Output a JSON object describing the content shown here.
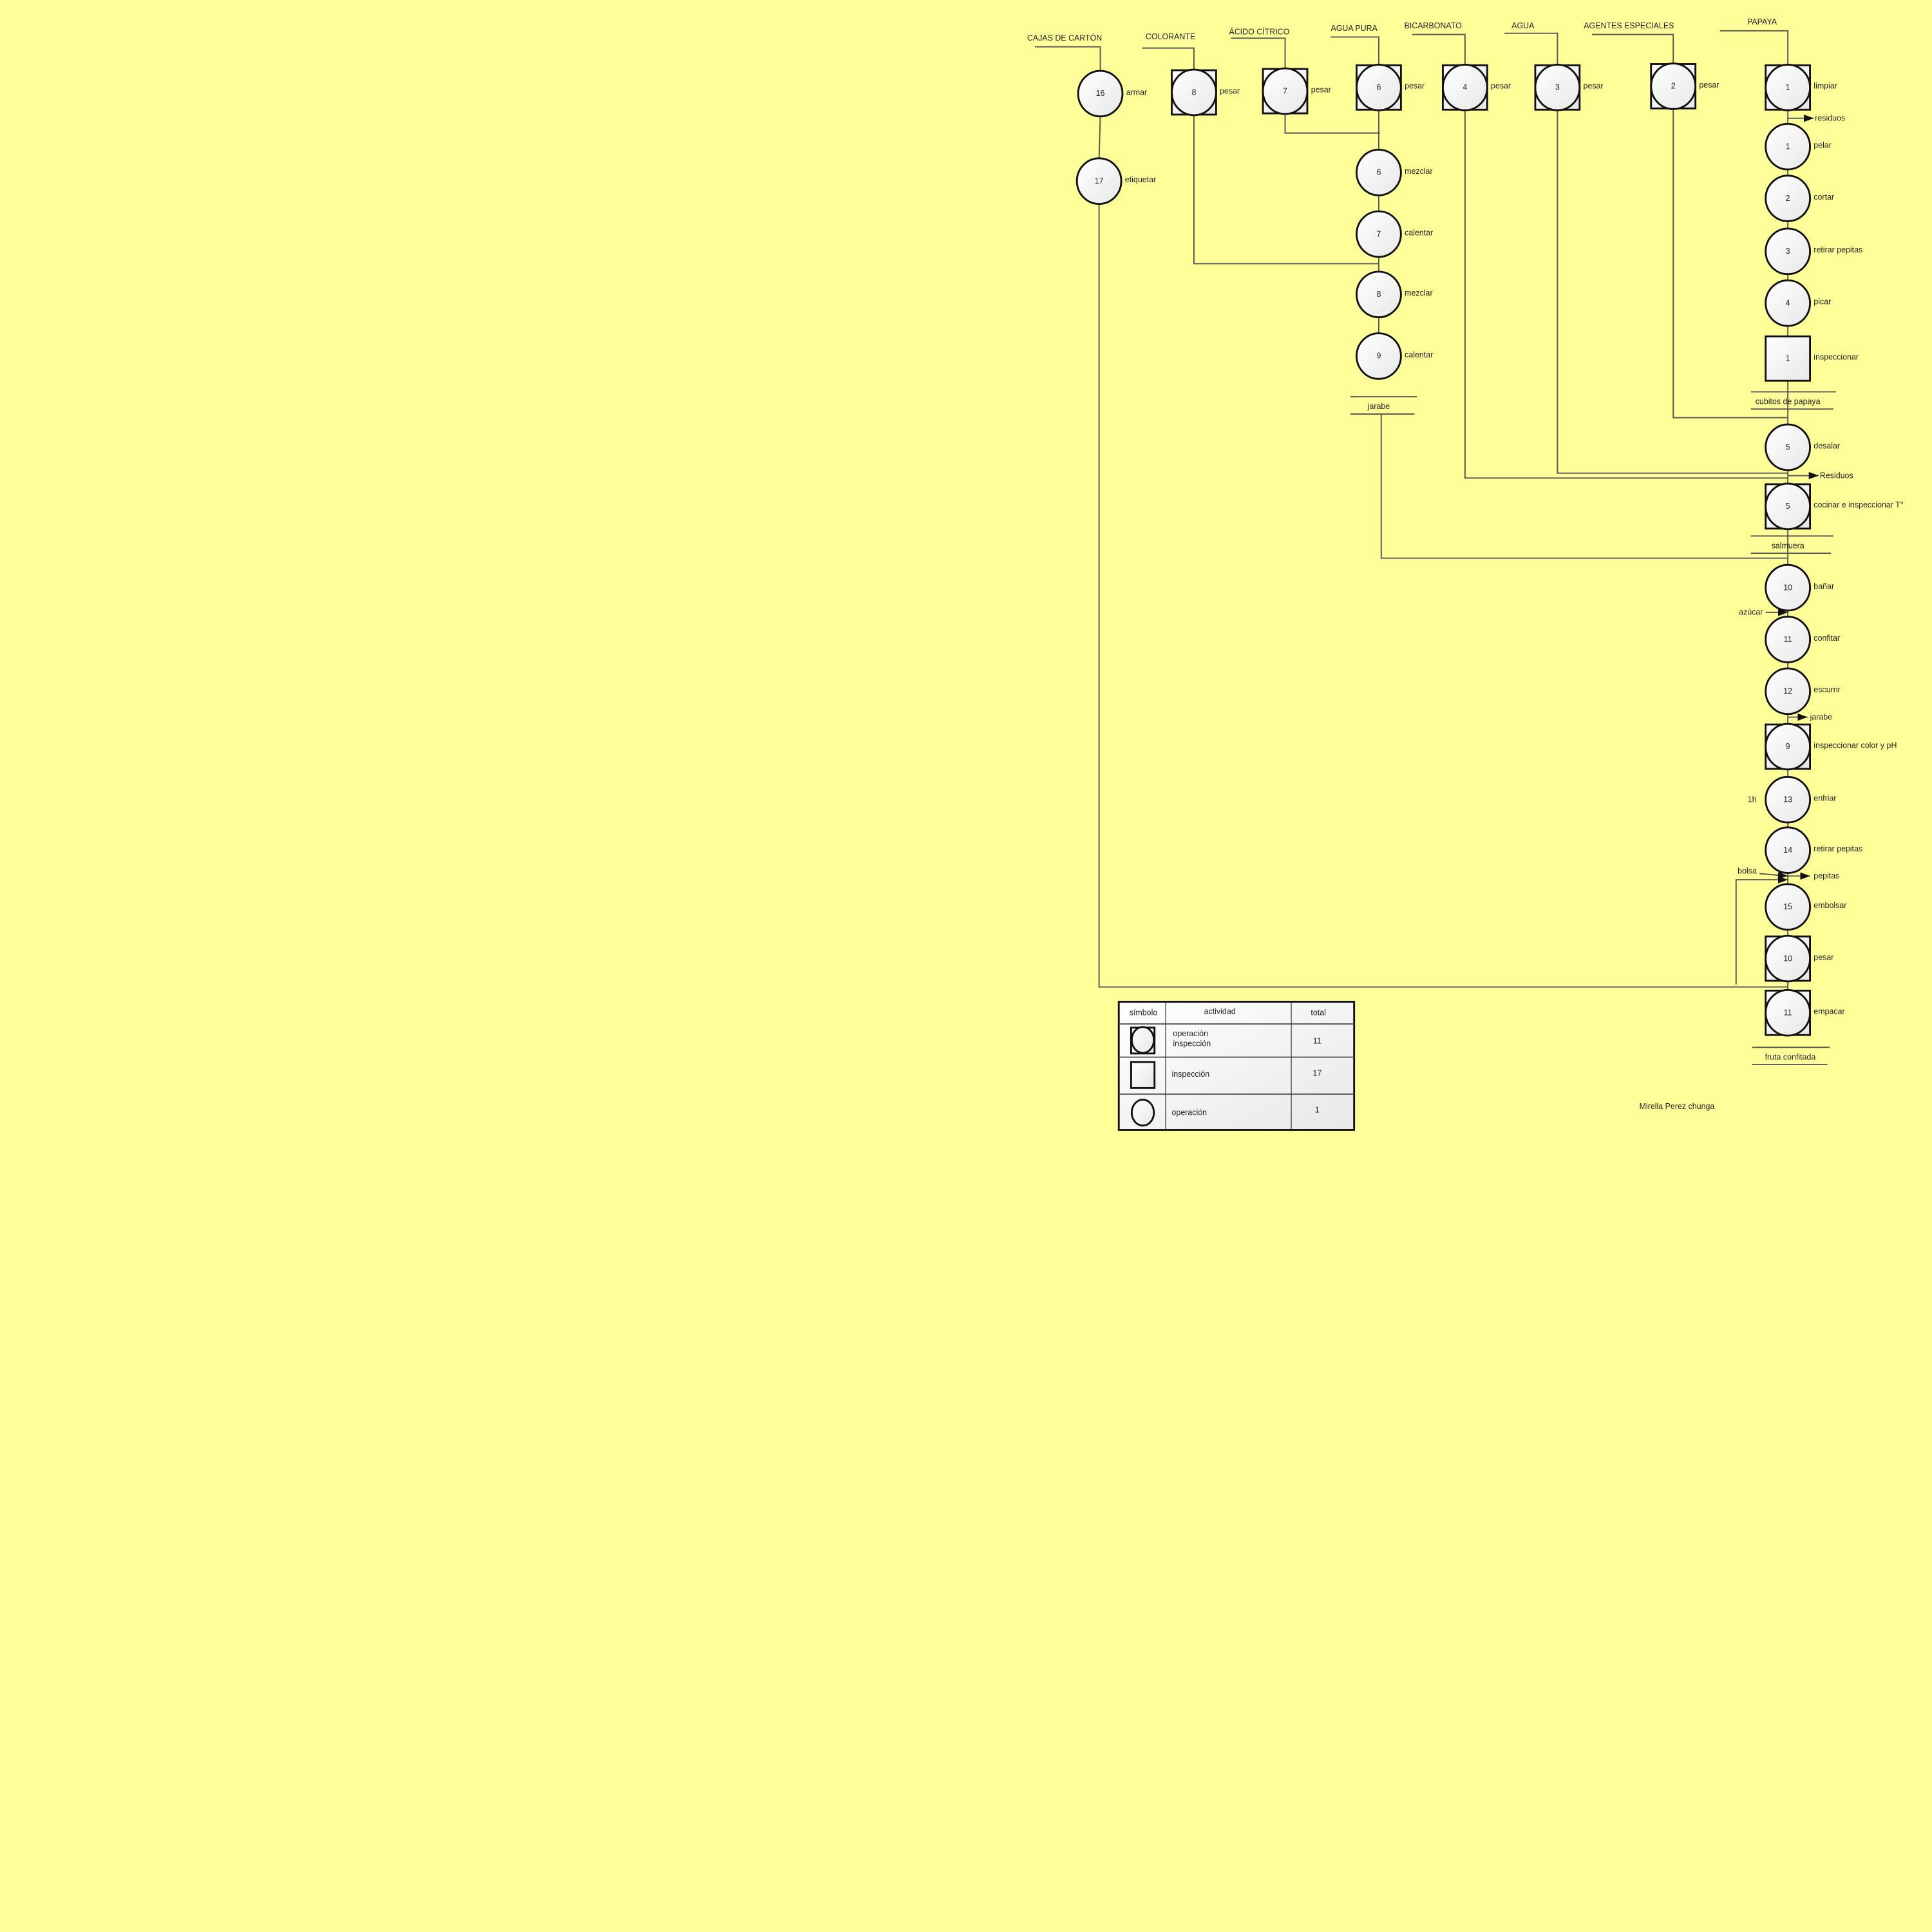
{
  "inputs": [
    "CAJAS DE CARTÓN",
    "COLORANTE",
    "ÁCIDO CÍTRICO",
    "AGUA PURA",
    "BICARBONATO",
    "AGUA",
    "AGENTES ESPECIALES",
    "PAPAYA"
  ],
  "nodes": [
    {
      "num": "16",
      "label": "armar",
      "type": "operation"
    },
    {
      "num": "8",
      "label": "pesar",
      "type": "combined"
    },
    {
      "num": "7",
      "label": "pesar",
      "type": "combined"
    },
    {
      "num": "6",
      "label": "pesar",
      "type": "combined"
    },
    {
      "num": "4",
      "label": "pesar",
      "type": "combined"
    },
    {
      "num": "3",
      "label": "pesar",
      "type": "combined"
    },
    {
      "num": "2",
      "label": "pesar",
      "type": "combined"
    },
    {
      "num": "1",
      "label": "limpiar",
      "type": "combined"
    },
    {
      "num": "17",
      "label": "etiquetar",
      "type": "operation"
    },
    {
      "num": "6",
      "label": "mezclar",
      "type": "operation"
    },
    {
      "num": "7",
      "label": "calentar",
      "type": "operation"
    },
    {
      "num": "8",
      "label": "mezclar",
      "type": "operation"
    },
    {
      "num": "9",
      "label": "calentar",
      "type": "operation"
    },
    {
      "num": "1",
      "label": "pelar",
      "type": "operation"
    },
    {
      "num": "2",
      "label": "cortar",
      "type": "operation"
    },
    {
      "num": "3",
      "label": "retirar pepitas",
      "type": "operation"
    },
    {
      "num": "4",
      "label": "picar",
      "type": "operation"
    },
    {
      "num": "1",
      "label": "inspeccionar",
      "type": "inspection"
    },
    {
      "num": "5",
      "label": "desalar",
      "type": "operation"
    },
    {
      "num": "5",
      "label": "cocinar e inspeccionar T°",
      "type": "combined"
    },
    {
      "num": "10",
      "label": "bañar",
      "type": "operation"
    },
    {
      "num": "11",
      "label": "confitar",
      "type": "operation"
    },
    {
      "num": "12",
      "label": "escurrir",
      "type": "operation"
    },
    {
      "num": "9",
      "label": "inspeccionar color y pH",
      "type": "combined"
    },
    {
      "num": "13",
      "label": "enfriar",
      "type": "operation"
    },
    {
      "num": "14",
      "label": "retirar pepitas",
      "type": "operation"
    },
    {
      "num": "15",
      "label": "embolsar",
      "type": "operation"
    },
    {
      "num": "10",
      "label": "pesar",
      "type": "combined"
    },
    {
      "num": "11",
      "label": "empacar",
      "type": "combined"
    }
  ],
  "intermediates": [
    "jarabe",
    "cubitos de papaya",
    "salmuera",
    "fruta confitada"
  ],
  "flow_notes": {
    "residuos1": "residuos",
    "residuos2": "Residuos",
    "azucar": "azúcar",
    "jarabe_out": "jarabe",
    "time": "1h",
    "bolsa": "bolsa",
    "pepitas": "pepitas"
  },
  "legend": {
    "headers": [
      "símbolo",
      "actividad",
      "total"
    ],
    "rows": [
      {
        "activity_line1": "operación",
        "activity_line2": "inspección",
        "total": "11",
        "symbol": "combined"
      },
      {
        "activity_line1": "inspección",
        "activity_line2": "",
        "total": "17",
        "symbol": "inspection"
      },
      {
        "activity_line1": "operación",
        "activity_line2": "",
        "total": "1",
        "symbol": "operation"
      }
    ]
  },
  "author": "Mirella Perez chunga",
  "colors": {
    "background": "#ffff99",
    "shape_fill": "#f4f4f4",
    "stroke": "#111111"
  }
}
